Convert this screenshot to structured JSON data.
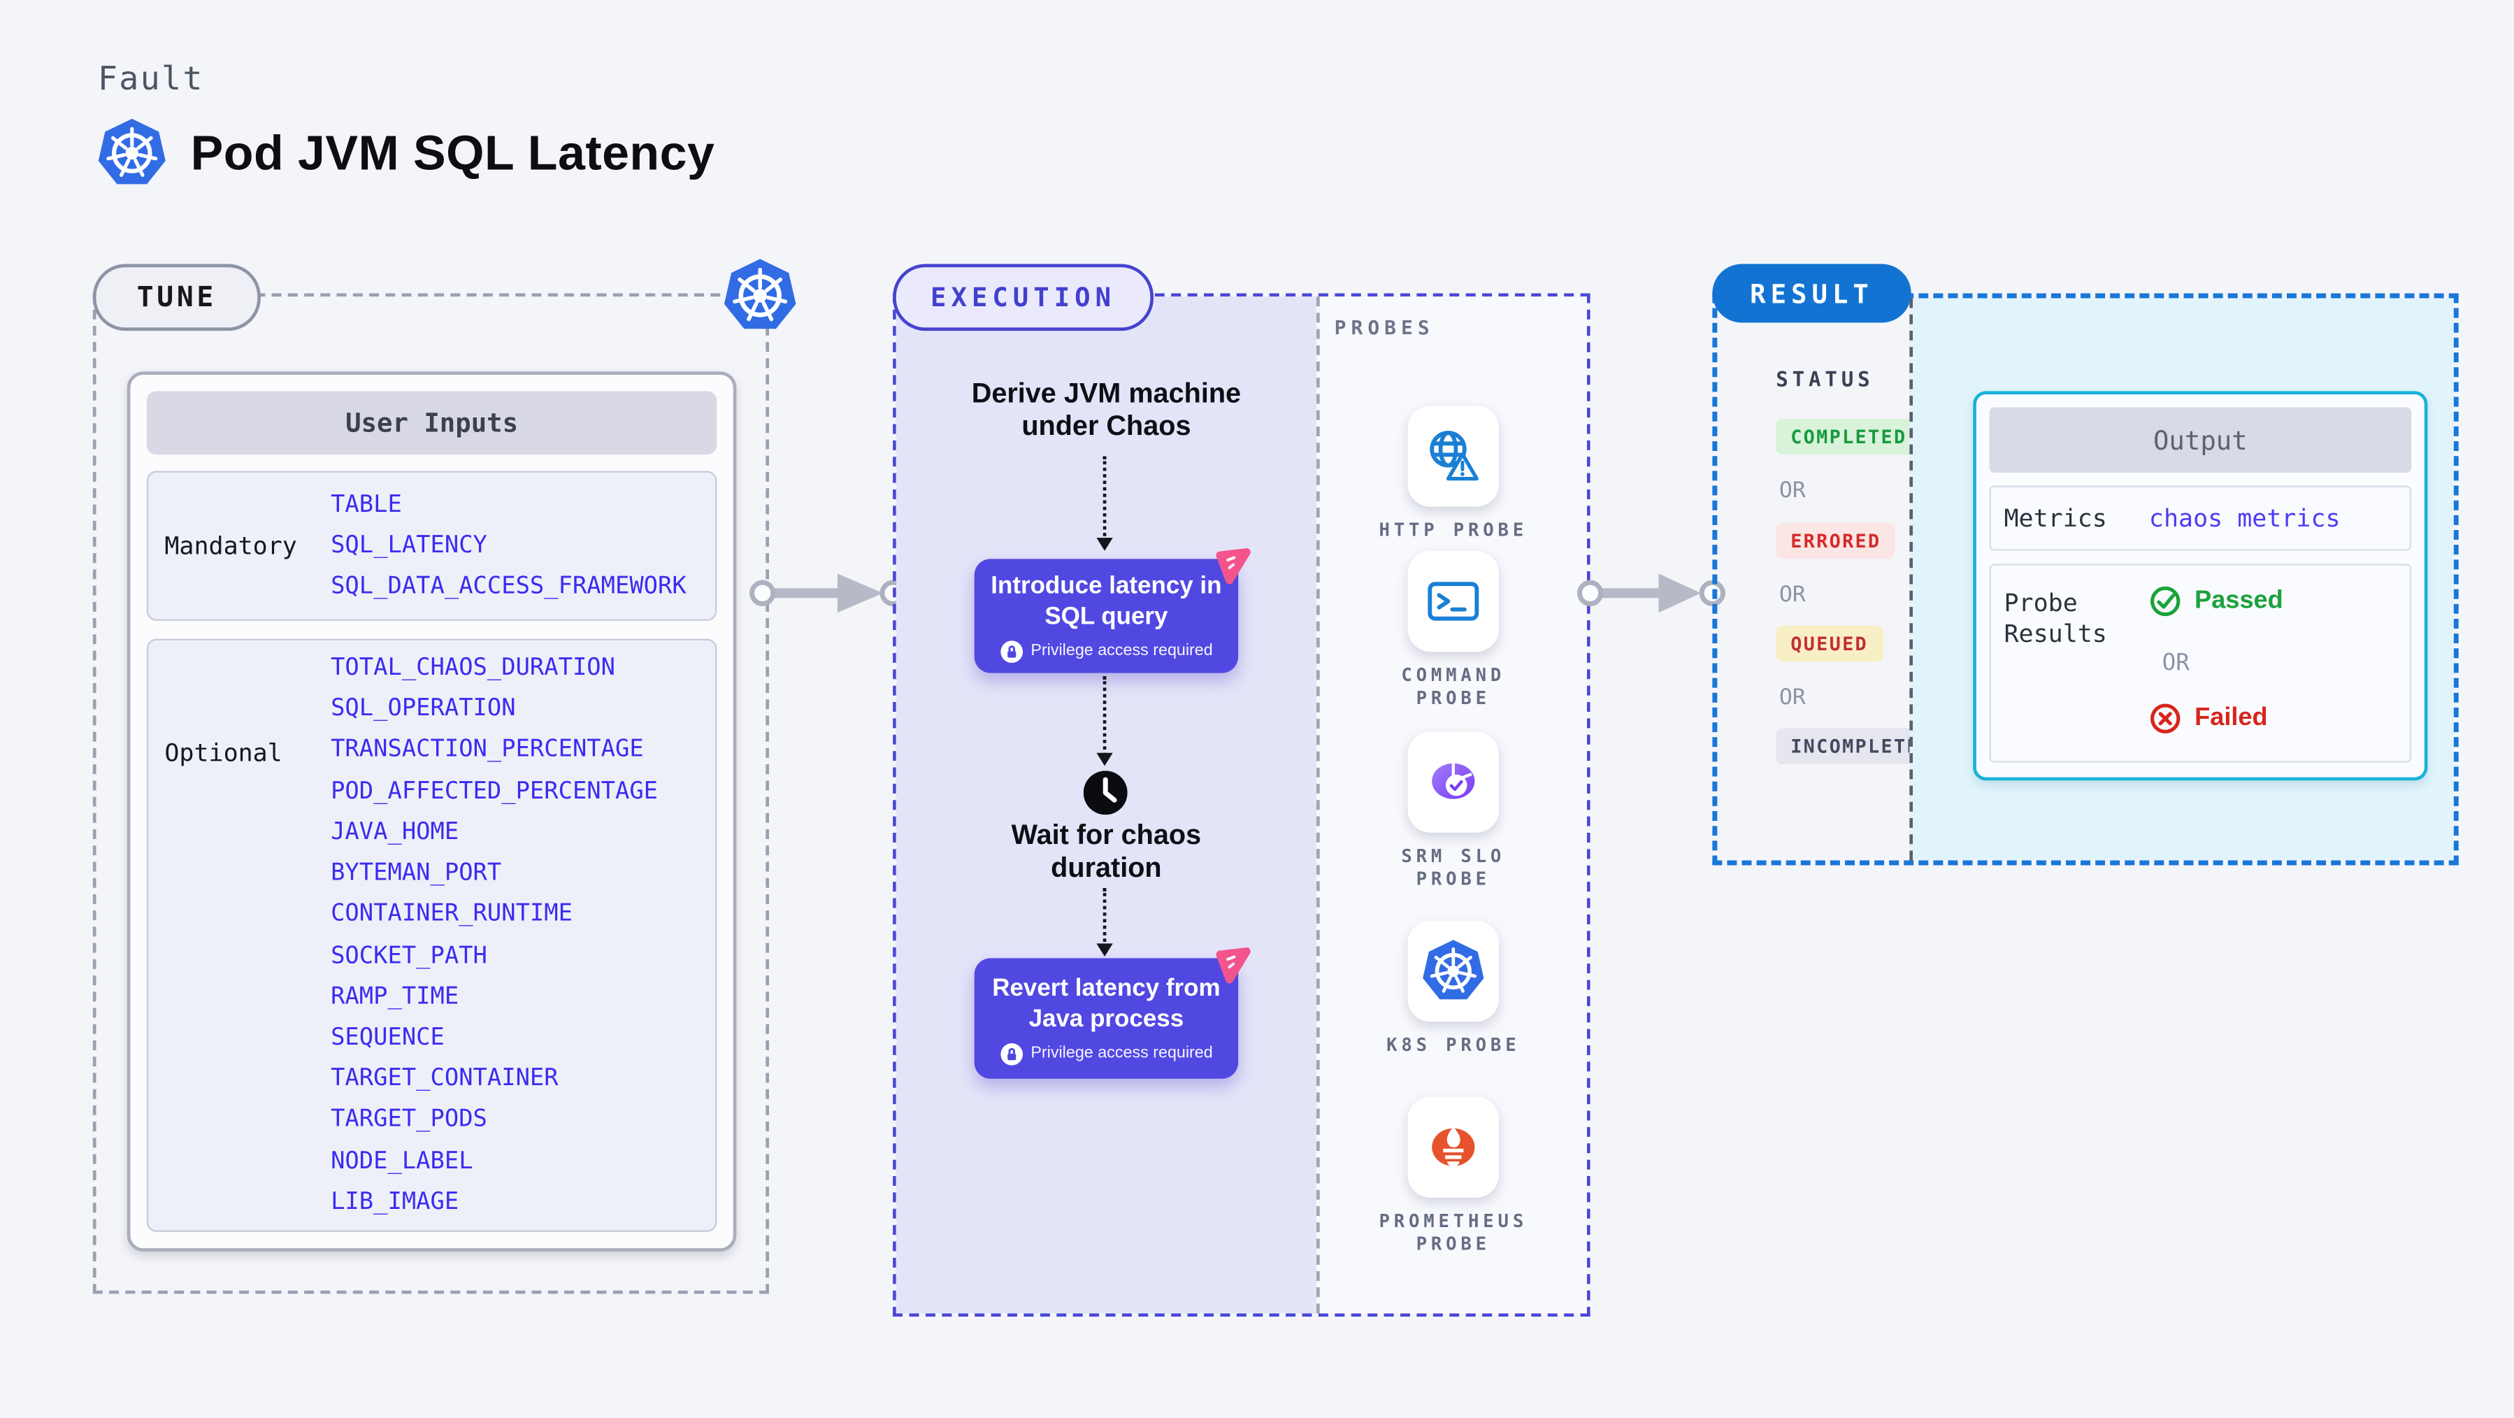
{
  "header": {
    "fault_label": "Fault",
    "title": "Pod JVM SQL Latency"
  },
  "tune": {
    "label": "TUNE",
    "user_inputs_title": "User Inputs",
    "mandatory_label": "Mandatory",
    "mandatory_inputs": [
      "TABLE",
      "SQL_LATENCY",
      "SQL_DATA_ACCESS_FRAMEWORK"
    ],
    "optional_label": "Optional",
    "optional_inputs": [
      "TOTAL_CHAOS_DURATION",
      "SQL_OPERATION",
      "TRANSACTION_PERCENTAGE",
      "POD_AFFECTED_PERCENTAGE",
      "JAVA_HOME",
      "BYTEMAN_PORT",
      "CONTAINER_RUNTIME",
      "SOCKET_PATH",
      "RAMP_TIME",
      "SEQUENCE",
      "TARGET_CONTAINER",
      "TARGET_PODS",
      "NODE_LABEL",
      "LIB_IMAGE"
    ]
  },
  "execution": {
    "label": "EXECUTION",
    "step_derive": "Derive JVM machine under Chaos",
    "action_introduce": "Introduce latency in SQL query",
    "privilege_note": "Privilege access required",
    "step_wait": "Wait for chaos duration",
    "action_revert": "Revert latency from Java process"
  },
  "probes": {
    "label": "PROBES",
    "items": [
      {
        "name": "HTTP PROBE",
        "icon": "globe-alert-icon"
      },
      {
        "name": "COMMAND PROBE",
        "icon": "terminal-icon"
      },
      {
        "name": "SRM SLO PROBE",
        "icon": "slo-pie-icon"
      },
      {
        "name": "K8S PROBE",
        "icon": "kubernetes-icon"
      },
      {
        "name": "PROMETHEUS PROBE",
        "icon": "prometheus-icon"
      }
    ]
  },
  "result": {
    "label": "RESULT",
    "status_title": "STATUS",
    "or_label": "OR",
    "statuses": [
      {
        "label": "COMPLETED",
        "color": "#179a3f"
      },
      {
        "label": "ERRORED",
        "color": "#d32b2b"
      },
      {
        "label": "QUEUED",
        "color": "#c12f2f"
      },
      {
        "label": "INCOMPLETED",
        "color": "#424a5e"
      }
    ],
    "output": {
      "title": "Output",
      "metrics_label": "Metrics",
      "metrics_value": "chaos metrics",
      "probe_results_label": "Probe Results",
      "passed_label": "Passed",
      "failed_label": "Failed"
    }
  },
  "colors": {
    "kubernetes_blue": "#326ce5",
    "execution_indigo": "#4a47d6",
    "action_button": "#5148e2",
    "chaos_pink": "#f4548c",
    "result_blue": "#1273d2",
    "output_cyan": "#17b2d8",
    "input_link_blue": "#3b2cf0",
    "passed_green": "#1aa23c",
    "failed_red": "#d6251d",
    "prometheus_orange": "#e6522c"
  }
}
